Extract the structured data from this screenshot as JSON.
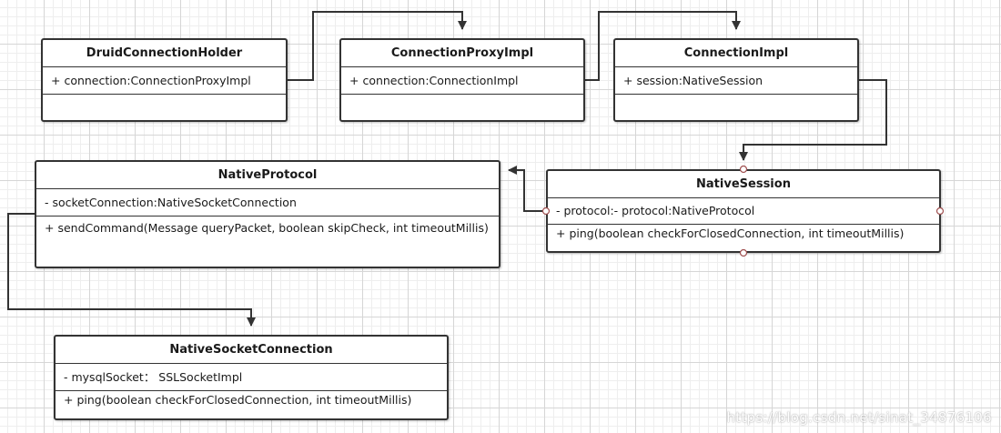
{
  "classes": {
    "holder": {
      "name": "DruidConnectionHolder",
      "attributes": [
        "+ connection:ConnectionProxyImpl"
      ],
      "operations": []
    },
    "proxy": {
      "name": "ConnectionProxyImpl",
      "attributes": [
        "+ connection:ConnectionImpl"
      ],
      "operations": []
    },
    "impl": {
      "name": "ConnectionImpl",
      "attributes": [
        "+ session:NativeSession"
      ],
      "operations": []
    },
    "protocol": {
      "name": "NativeProtocol",
      "attributes": [
        "- socketConnection:NativeSocketConnection"
      ],
      "operations": [
        "+ sendCommand(Message queryPacket, boolean skipCheck, int timeoutMillis)"
      ]
    },
    "session": {
      "name": "NativeSession",
      "attributes": [
        "- protocol:- protocol:NativeProtocol"
      ],
      "operations": [
        "+ ping(boolean checkForClosedConnection, int timeoutMillis)"
      ]
    },
    "socket": {
      "name": "NativeSocketConnection",
      "attributes": [
        "- mysqlSocket： SSLSocketImpl"
      ],
      "operations": [
        "+ ping(boolean checkForClosedConnection, int timeoutMillis)"
      ]
    }
  },
  "connectors": [
    {
      "from": "holder",
      "to": "proxy"
    },
    {
      "from": "proxy",
      "to": "impl"
    },
    {
      "from": "impl",
      "to": "session"
    },
    {
      "from": "session",
      "to": "protocol"
    },
    {
      "from": "protocol",
      "to": "socket"
    }
  ],
  "watermark": "https://blog.csdn.net/sinat_34876106",
  "colors": {
    "stroke": "#333333",
    "port": "#a05050",
    "grid_major": "#d6d6d6",
    "grid_minor": "#eeeeee"
  }
}
